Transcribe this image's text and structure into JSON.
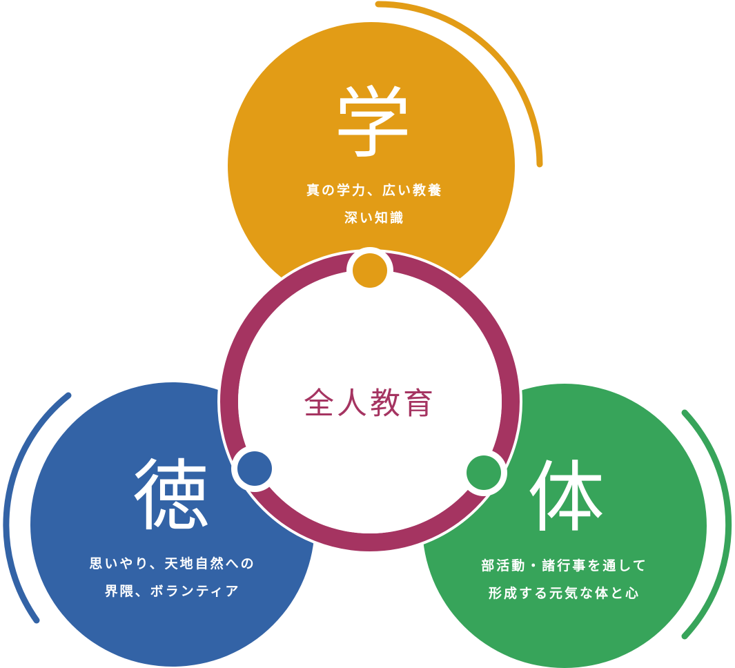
{
  "colors": {
    "gaku": "#E29C16",
    "toku": "#3363A6",
    "tai": "#37A45A",
    "ring": "#A53461",
    "background": "#FFFFFF"
  },
  "center": {
    "title": "全人教育"
  },
  "gaku": {
    "kanji": "学",
    "line1": "真の学力、広い教養",
    "line2": "深い知識"
  },
  "toku": {
    "kanji": "徳",
    "line1": "思いやり、天地自然への",
    "line2": "界隈、ボランティア"
  },
  "tai": {
    "kanji": "体",
    "line1": "部活動・諸行事を通して",
    "line2": "形成する元気な体と心"
  }
}
